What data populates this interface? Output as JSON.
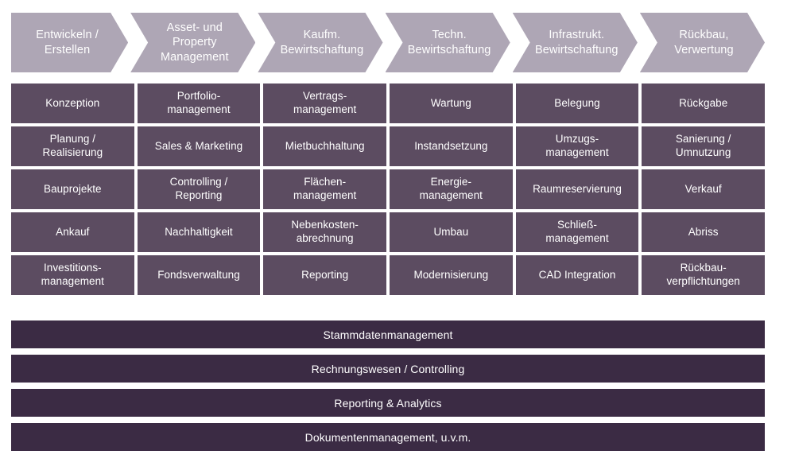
{
  "diagram": {
    "type": "process-lifecycle-matrix",
    "colors": {
      "background": "#ffffff",
      "phase_fill": "#aea6b5",
      "cell_fill": "#5c4c61",
      "bar_fill": "#3b2b44",
      "text": "#ffffff"
    }
  },
  "phases": [
    {
      "label": "Entwickeln / Erstellen",
      "line1": "Entwickeln /",
      "line2": "Erstellen"
    },
    {
      "label": "Asset- und Property Management",
      "line1": "Asset- und",
      "line2": "Property",
      "line3": "Management"
    },
    {
      "label": "Kaufm. Bewirtschaftung",
      "line1": "Kaufm.",
      "line2": "Bewirtschaftung"
    },
    {
      "label": "Techn. Bewirtschaftung",
      "line1": "Techn.",
      "line2": "Bewirtschaftung"
    },
    {
      "label": "Infrastrukt. Bewirtschaftung",
      "line1": "Infrastrukt.",
      "line2": "Bewirtschaftung"
    },
    {
      "label": "Rückbau, Verwertung",
      "line1": "Rückbau,",
      "line2": "Verwertung"
    }
  ],
  "columns": [
    {
      "phase": "Entwickeln / Erstellen",
      "items": [
        "Konzeption",
        "Planung / Realisierung",
        "Bauprojekte",
        "Ankauf",
        "Investitions-management"
      ]
    },
    {
      "phase": "Asset- und Property Management",
      "items": [
        "Portfolio-management",
        "Sales & Marketing",
        "Controlling / Reporting",
        "Nachhaltigkeit",
        "Fondsverwaltung"
      ]
    },
    {
      "phase": "Kaufm. Bewirtschaftung",
      "items": [
        "Vertrags-management",
        "Mietbuchhaltung",
        "Flächen-management",
        "Nebenkosten-abrechnung",
        "Reporting"
      ]
    },
    {
      "phase": "Techn. Bewirtschaftung",
      "items": [
        "Wartung",
        "Instandsetzung",
        "Energie-management",
        "Umbau",
        "Modernisierung"
      ]
    },
    {
      "phase": "Infrastrukt. Bewirtschaftung",
      "items": [
        "Belegung",
        "Umzugs-management",
        "Raumreservierung",
        "Schließ-management",
        "CAD Integration"
      ]
    },
    {
      "phase": "Rückbau, Verwertung",
      "items": [
        "Rückgabe",
        "Sanierung / Umnutzung",
        "Verkauf",
        "Abriss",
        "Rückbau-verpflichtungen"
      ]
    }
  ],
  "grid_rows": [
    [
      "Konzeption",
      "Portfolio-management",
      "Vertrags-management",
      "Wartung",
      "Belegung",
      "Rückgabe"
    ],
    [
      "Planung / Realisierung",
      "Sales & Marketing",
      "Mietbuchhaltung",
      "Instandsetzung",
      "Umzugs-management",
      "Sanierung / Umnutzung"
    ],
    [
      "Bauprojekte",
      "Controlling / Reporting",
      "Flächen-management",
      "Energie-management",
      "Raumreservierung",
      "Verkauf"
    ],
    [
      "Ankauf",
      "Nachhaltigkeit",
      "Nebenkosten-abrechnung",
      "Umbau",
      "Schließ-management",
      "Abriss"
    ],
    [
      "Investitions-management",
      "Fondsverwaltung",
      "Reporting",
      "Modernisierung",
      "CAD Integration",
      "Rückbau-verpflichtungen"
    ]
  ],
  "grid_rows_display": [
    [
      "Konzeption",
      "Portfolio-\nmanagement",
      "Vertrags-\nmanagement",
      "Wartung",
      "Belegung",
      "Rückgabe"
    ],
    [
      "Planung /\nRealisierung",
      "Sales & Marketing",
      "Mietbuchhaltung",
      "Instandsetzung",
      "Umzugs-\nmanagement",
      "Sanierung /\nUmnutzung"
    ],
    [
      "Bauprojekte",
      "Controlling /\nReporting",
      "Flächen-\nmanagement",
      "Energie-\nmanagement",
      "Raumreservierung",
      "Verkauf"
    ],
    [
      "Ankauf",
      "Nachhaltigkeit",
      "Nebenkosten-\nabrechnung",
      "Umbau",
      "Schließ-\nmanagement",
      "Abriss"
    ],
    [
      "Investitions-\nmanagement",
      "Fondsverwaltung",
      "Reporting",
      "Modernisierung",
      "CAD Integration",
      "Rückbau-\nverpflichtungen"
    ]
  ],
  "foundation_bars": [
    "Stammdatenmanagement",
    "Rechnungswesen / Controlling",
    "Reporting & Analytics",
    "Dokumentenmanagement, u.v.m."
  ]
}
